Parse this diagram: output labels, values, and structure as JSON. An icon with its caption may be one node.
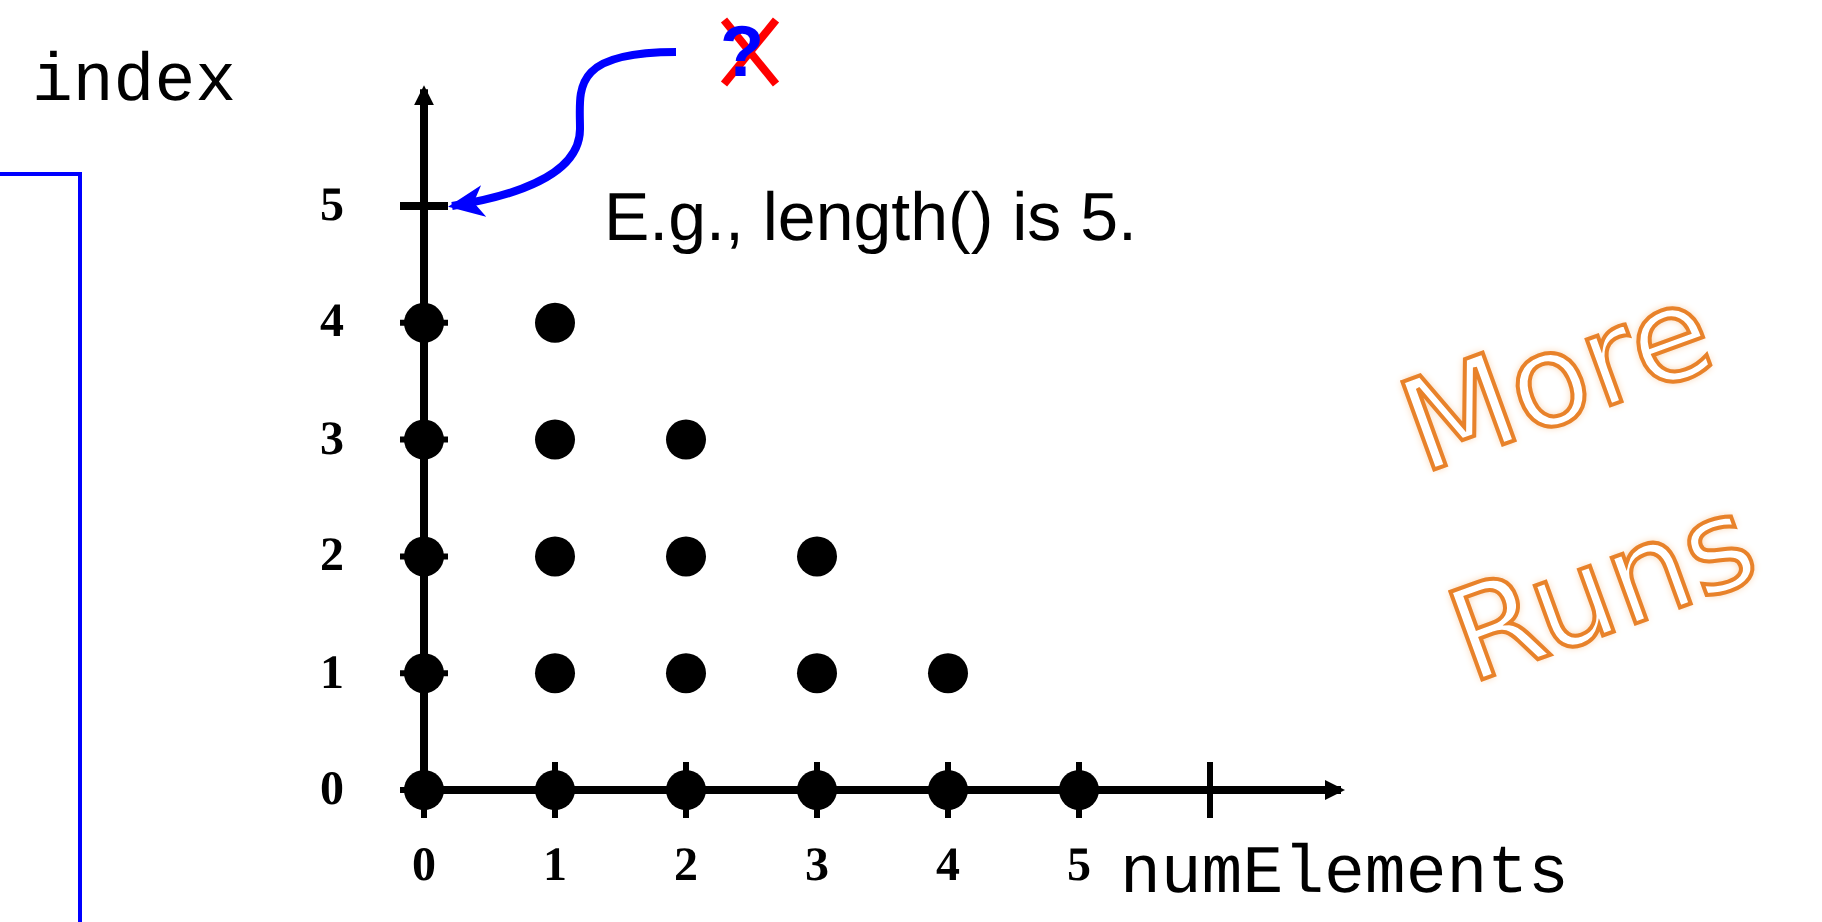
{
  "diagram": {
    "nodes": [
      {
        "text": [
          "?"
        ]
      },
      {
        "text": [],
        "shape": "bar"
      }
    ],
    "edges": [
      {
        "from": 0,
        "to": 1,
        "arrow": "to"
      }
    ],
    "labels": [
      "E.g., length() is 5.",
      "More",
      "Runs"
    ],
    "chart_data": {
      "type": "scatter",
      "xlabel": "numElements",
      "ylabel": "index",
      "x": [
        0,
        0,
        0,
        0,
        0,
        1,
        1,
        1,
        1,
        1,
        2,
        2,
        2,
        2,
        3,
        3,
        3,
        4,
        4,
        5
      ],
      "values": [
        0,
        1,
        2,
        3,
        4,
        0,
        1,
        2,
        3,
        4,
        0,
        1,
        2,
        3,
        0,
        1,
        2,
        0,
        1,
        0
      ],
      "xlim": [
        0,
        7
      ],
      "ylim": [
        0,
        6
      ],
      "xticks": [
        0,
        1,
        2,
        3,
        4,
        5
      ],
      "yticks": [
        0,
        1,
        2,
        3,
        4,
        5
      ]
    }
  }
}
